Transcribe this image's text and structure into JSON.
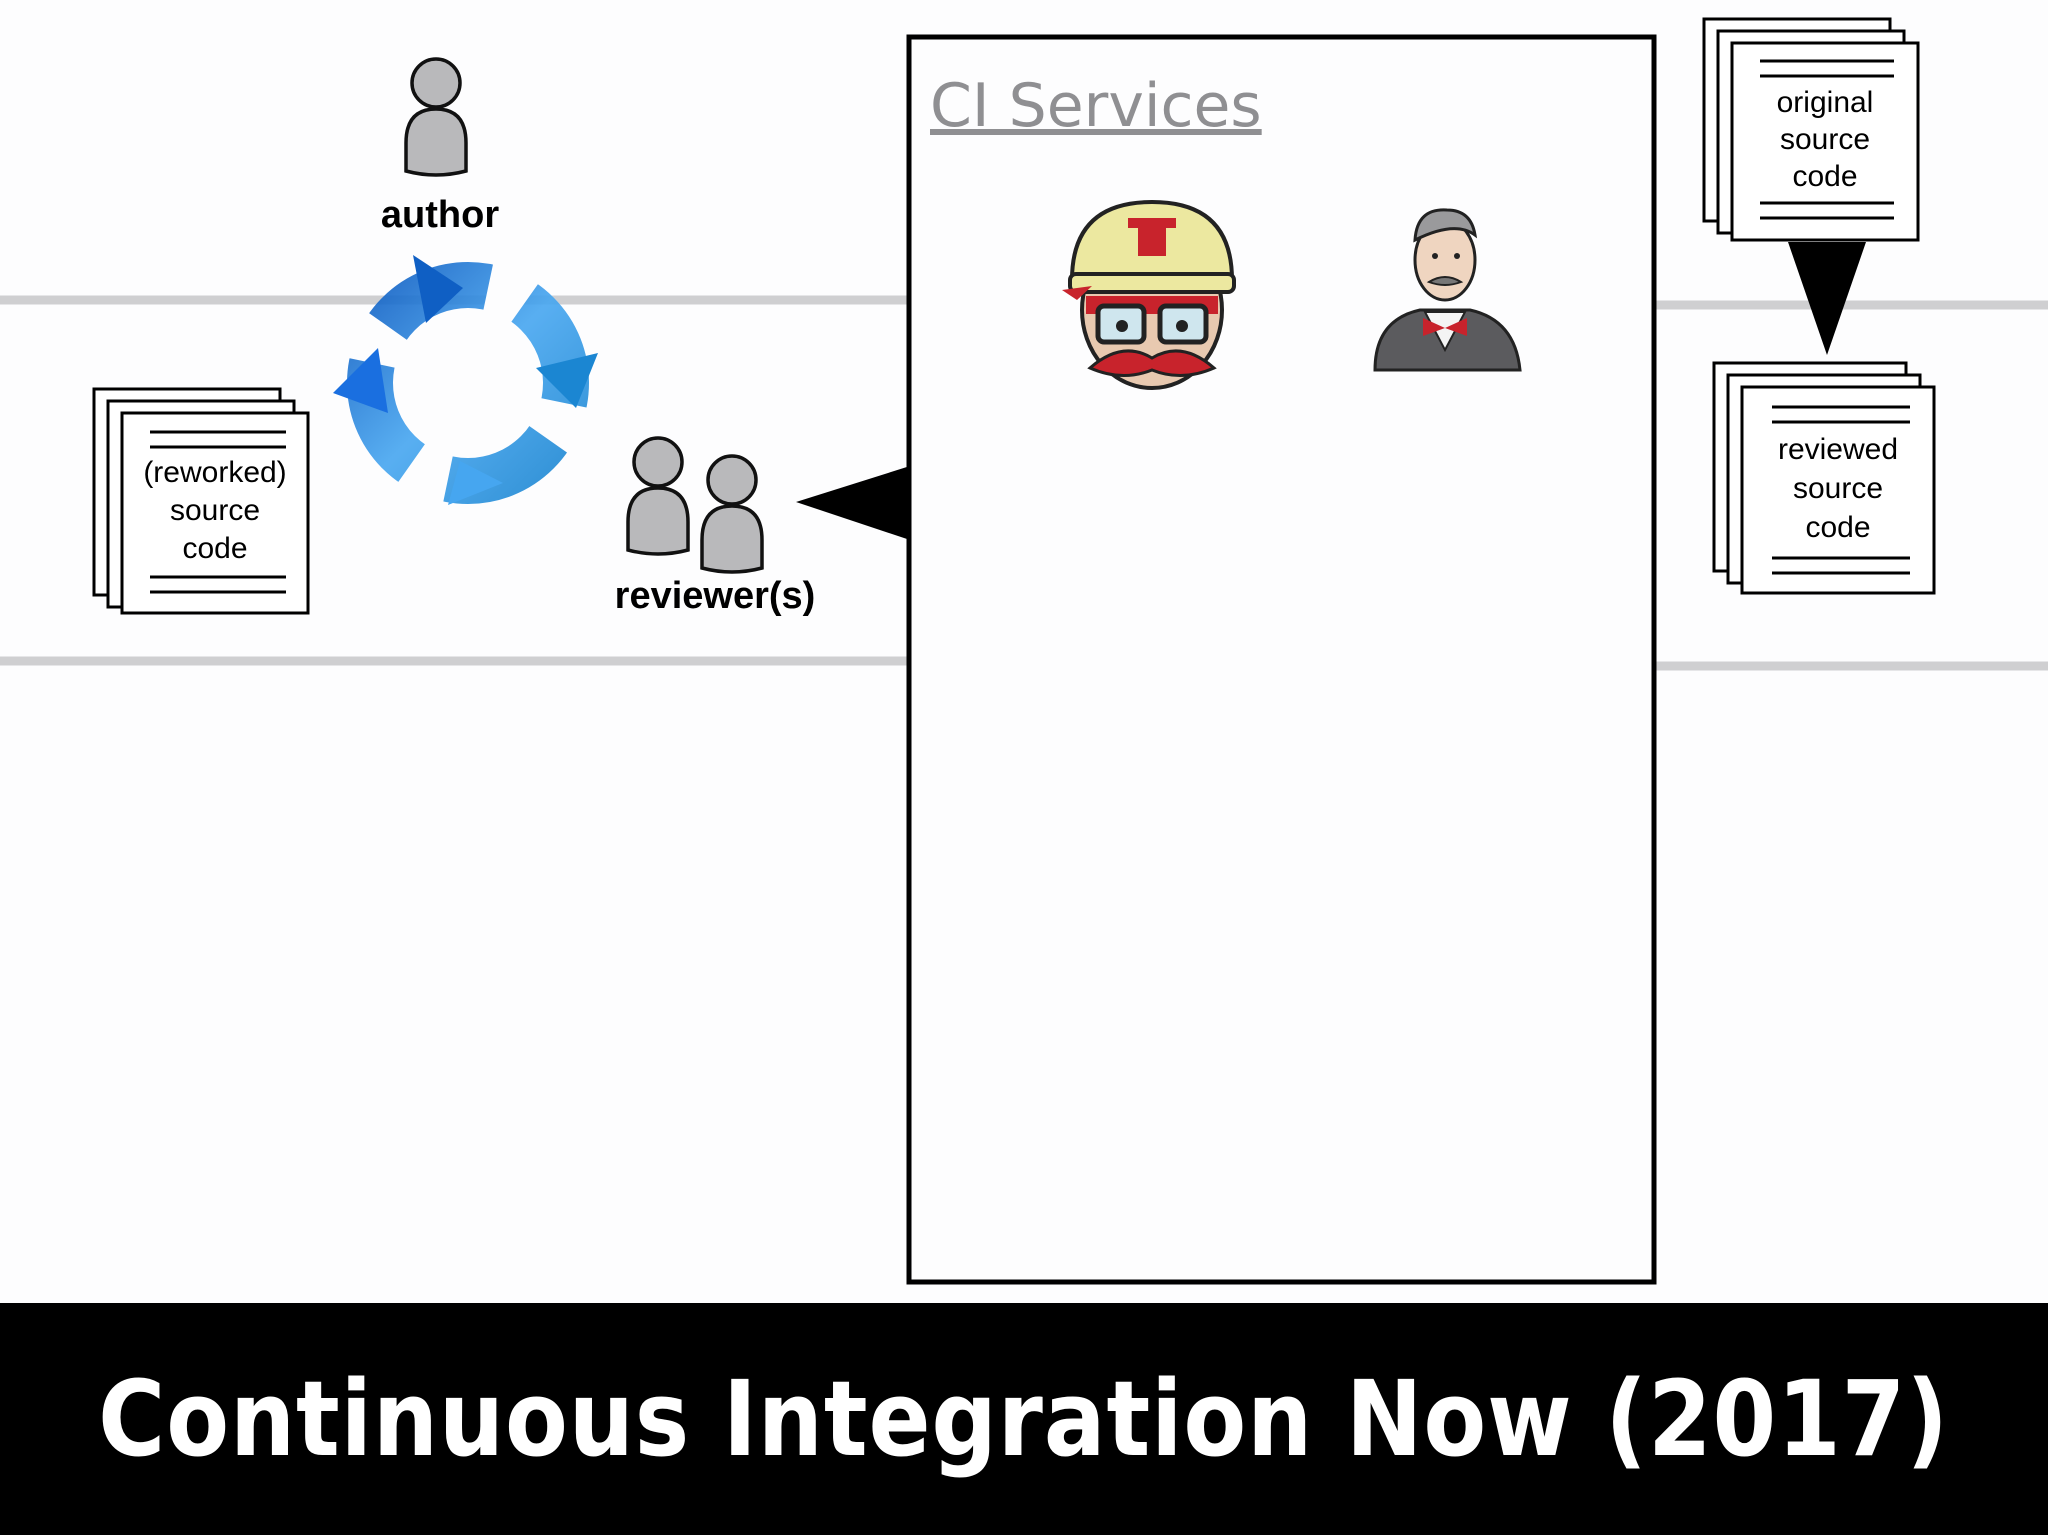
{
  "slide_title": "Continuous Integration Now (2017)",
  "ci_box": {
    "title": "CI Services"
  },
  "roles": {
    "author": "author",
    "reviewers": "reviewer(s)"
  },
  "documents": {
    "reworked": [
      "(reworked)",
      "source",
      "code"
    ],
    "original": [
      "original",
      "source",
      "code"
    ],
    "reviewed": [
      "reviewed",
      "source",
      "code"
    ]
  },
  "icons": {
    "author": "person-icon",
    "reviewers": "person-icon",
    "cycle": "refresh-cycle-icon",
    "travis": "travis-ci-mascot-icon",
    "jenkins": "jenkins-butler-icon"
  },
  "colors": {
    "background": "#fdfdfe",
    "title_bar": "#000000",
    "person_fill": "#b9b9bb",
    "lane_line": "#cfcfd1",
    "ci_title": "#8f8f92",
    "cycle_blue": "#1f7fe0"
  }
}
